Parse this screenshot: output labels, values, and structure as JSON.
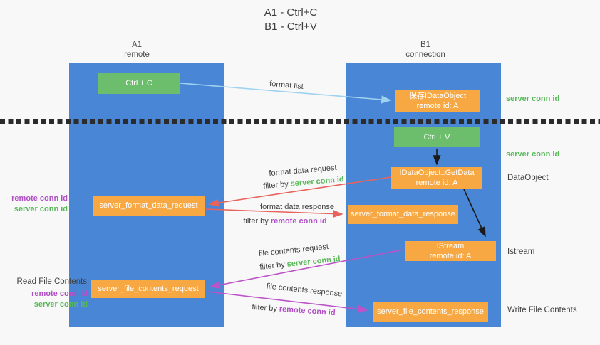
{
  "title": {
    "line1": "A1 - Ctrl+C",
    "line2": "B1 - Ctrl+V"
  },
  "columns": {
    "left": {
      "id": "A1",
      "name": "remote"
    },
    "right": {
      "id": "B1",
      "name": "connection"
    }
  },
  "nodes": {
    "ctrl_c": "Ctrl + C",
    "ctrl_v": "Ctrl + V",
    "save_dataobject": {
      "line1": "保存IDataObject",
      "line2": "remote id: A"
    },
    "getdata": {
      "line1": "IDataObject::GetData",
      "line2": "remote id: A"
    },
    "istream": {
      "line1": "IStream",
      "line2": "remote id: A"
    },
    "format_request": "server_format_data_request",
    "format_response": "server_format_data_response",
    "file_request": "server_file_contents_request",
    "file_response": "server_file_contents_response"
  },
  "arrow_labels": {
    "format_list": "format list",
    "format_data_request": "format data request",
    "format_data_response": "format data response",
    "file_contents_request": "file contents request",
    "file_contents_response": "file contents response",
    "filter_by": "filter by",
    "server_conn_id": "server conn id",
    "remote_conn_id": "remote conn id"
  },
  "side_labels": {
    "remote_conn_id": "remote conn id",
    "server_conn_id": "server conn id",
    "read_file_contents": "Read File Contents",
    "write_file_contents": "Write File Contents",
    "dataobject": "DataObject",
    "istream": "Istream"
  },
  "colors": {
    "column_blue": "#4a86d6",
    "box_green": "#6cbe6c",
    "box_orange": "#f7a843",
    "text_green": "#57b957",
    "text_purple": "#b14fc6",
    "arrow_red": "#e8635c",
    "arrow_purple": "#bc53c6",
    "arrow_blue": "#9fd1f1",
    "arrow_black": "#1a1a1a"
  }
}
